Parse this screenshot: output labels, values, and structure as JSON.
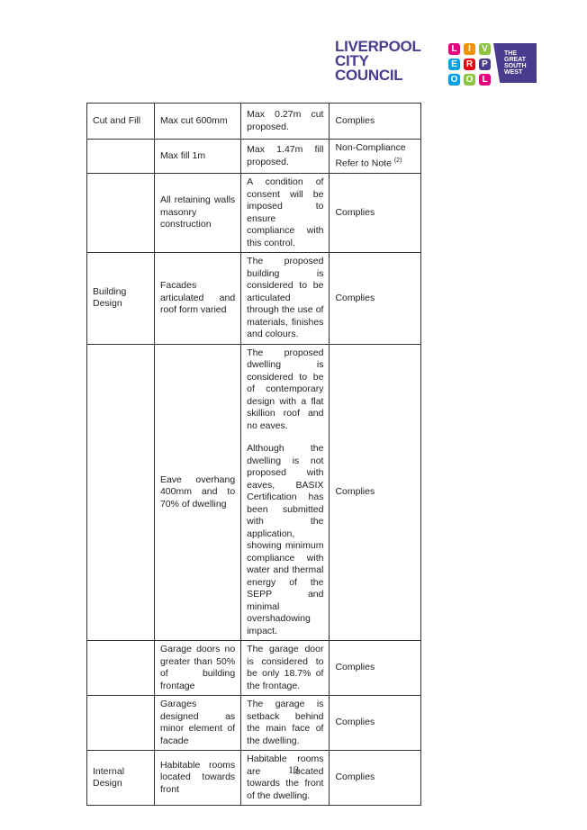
{
  "logo": {
    "council_lines": [
      "LIVERPOOL",
      "CITY",
      "COUNCIL"
    ],
    "tiles": [
      "L",
      "I",
      "V",
      "E",
      "R",
      "P",
      "O",
      "O",
      "L"
    ],
    "tile_colors": [
      "#e6007e",
      "#f39200",
      "#8cc63f",
      "#00a0e3",
      "#e30613",
      "#4a3b8f",
      "#00a0e3",
      "#8cc63f",
      "#e6007e"
    ],
    "tagline_lines": [
      "THE",
      "GREAT",
      "SOUTH",
      "WEST"
    ]
  },
  "rows": [
    {
      "c1": "Cut and Fill",
      "c2": "Max cut 600mm",
      "c3": [
        "Max 0.27m cut proposed."
      ],
      "c4": "Complies"
    },
    {
      "c1": "",
      "c2": "Max fill 1m",
      "c3": [
        "Max 1.47m fill proposed."
      ],
      "c4": "Non-Compliance Refer to Note",
      "c4_sup": "(2)"
    },
    {
      "c1": "",
      "c2": "All retaining walls masonry construction",
      "c3": [
        "A condition of consent will be imposed to ensure compliance with this control."
      ],
      "c4": "Complies"
    },
    {
      "c1": "Building Design",
      "c2": "Facades articulated and roof form varied",
      "c3": [
        "The proposed building is considered to be articulated through the use of materials, finishes and colours."
      ],
      "c4": "Complies"
    },
    {
      "c1": "",
      "c2": "Eave overhang 400mm and to 70% of dwelling",
      "c3": [
        "The proposed dwelling is considered to be of contemporary design with a flat skillion roof and no eaves.",
        "Although the dwelling is not proposed with eaves, BASIX Certification has been submitted with the application, showing minimum compliance with water and thermal energy of the SEPP and minimal overshadowing impact."
      ],
      "c4": "Complies"
    },
    {
      "c1": "",
      "c2": "Garage doors no greater than 50% of building frontage",
      "c3": [
        "The garage door is considered to be only 18.7% of the frontage."
      ],
      "c4": "Complies"
    },
    {
      "c1": "",
      "c2": "Garages designed as minor element of facade",
      "c3": [
        "The garage is setback behind the main face of the dwelling."
      ],
      "c4": "Complies"
    },
    {
      "c1": "Internal Design",
      "c2": "Habitable rooms located towards front",
      "c3": [
        "Habitable rooms are located towards the front of the dwelling."
      ],
      "c4": "Complies"
    }
  ],
  "page_number": "13"
}
